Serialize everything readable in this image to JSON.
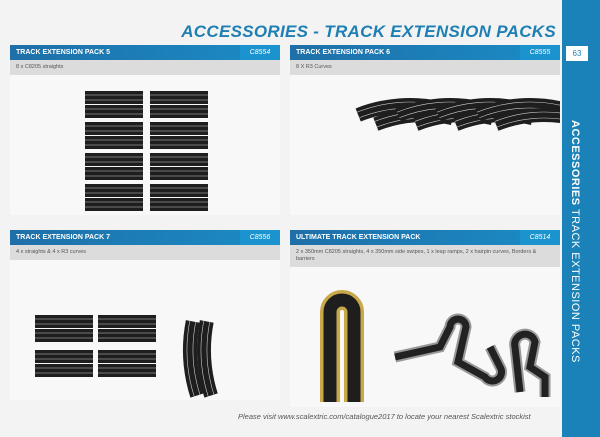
{
  "page": {
    "title": "ACCESSORIES - TRACK EXTENSION PACKS",
    "page_number": "63",
    "side_bold": "ACCESSORIES",
    "side_light": "TRACK EXTENSION PACKS",
    "footer": "Please visit www.scalextric.com/catalogue2017 to locate your nearest Scalextric stockist",
    "accent": "#1a82b8"
  },
  "panels": [
    {
      "name": "TRACK EXTENSION PACK 5",
      "code": "C8554",
      "desc": "8 x C8205 straights"
    },
    {
      "name": "TRACK EXTENSION PACK 6",
      "code": "C8555",
      "desc": "8 X R3 Curves"
    },
    {
      "name": "TRACK EXTENSION PACK 7",
      "code": "C8556",
      "desc": "4 x straights & 4 x R3 curves"
    },
    {
      "name": "ULTIMATE TRACK EXTENSION PACK",
      "code": "C8514",
      "desc": "2 x 350mm C8205 straights, 4 x 350mm side swipes, 1 x leap ramps, 2 x hairpin curves, Borders & barriers"
    }
  ]
}
